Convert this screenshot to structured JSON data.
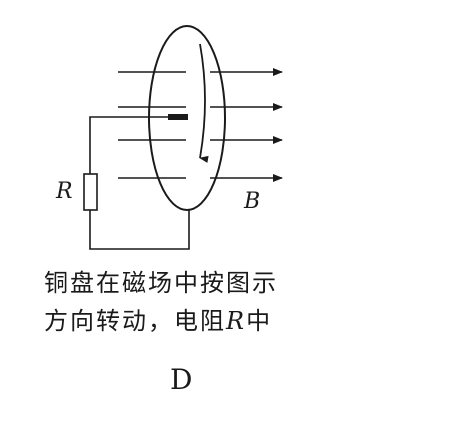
{
  "diagram": {
    "resistor_label": "R",
    "field_label": "B"
  },
  "caption": {
    "line1": "铜盘在磁场中按图示",
    "line2_prefix": "方向转动，电阻",
    "line2_var": "R",
    "line2_suffix": "中"
  },
  "option_label": "D",
  "colors": {
    "ink": "#1a1a1a",
    "background": "#ffffff"
  }
}
